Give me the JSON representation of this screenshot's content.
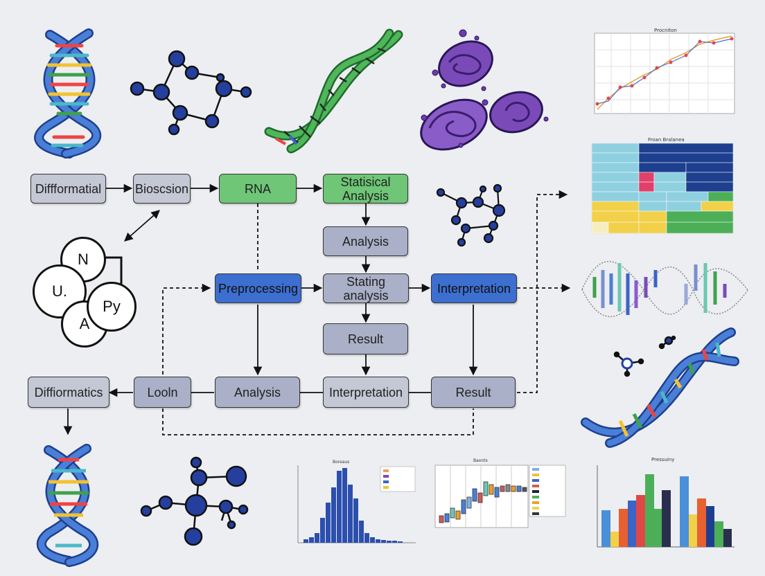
{
  "flow": {
    "n1": "Diffformatial",
    "n2": "Bioscsion",
    "n3": "RNA",
    "n4": "Statisical Analysis",
    "n5": "Analysis",
    "n6": "Preprocessing",
    "n7": "Stating analysis",
    "n8": "Interpretation",
    "n9": "Result",
    "n10": "Diffiormatics",
    "n11": "Looln",
    "n12": "Analysis",
    "n13": "Interpretation",
    "n14": "Result"
  },
  "venn": {
    "c1": "N",
    "c2": "U.",
    "c3": "A",
    "c4": "Py"
  },
  "charts": {
    "line_title": "Procniton",
    "heatmap_title": "Froan Bralanea",
    "hist_title": "Boreaus",
    "box_title": "Baonts",
    "bar_title": "Pressuiny"
  },
  "colors": {
    "node_gray": "#c4c7d4",
    "node_slate": "#a9b0c7",
    "node_green": "#6ec676",
    "node_blue": "#3d6fd0",
    "dna_blue": "#3b64c4",
    "dna_green": "#3fa14b",
    "molecule": "#243f9e",
    "cell_purple": "#7a4bb8"
  }
}
